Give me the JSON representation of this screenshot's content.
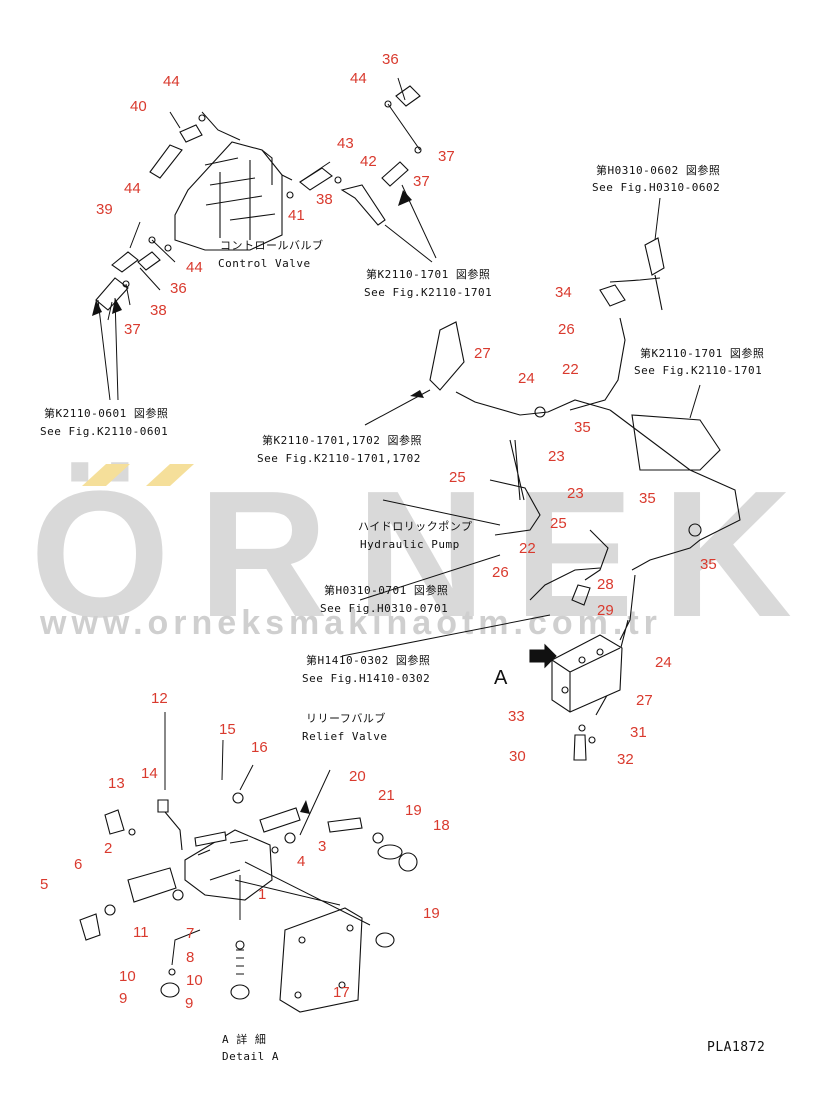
{
  "watermark": {
    "word": "ÖRNEK",
    "url": "www.orneksmakinaotm.com.tr",
    "accent_color": "#f5df9a",
    "gray_color": "#d9d9d9"
  },
  "drawing_code": "PLA1872",
  "view_marker": "A",
  "colors": {
    "callout": "#d93a2e",
    "ink": "#111111"
  },
  "labels": {
    "control_valve_jp": "コントロールバルブ",
    "control_valve_en": "Control Valve",
    "hydraulic_pump_jp": "ハイドロリックポンプ",
    "hydraulic_pump_en": "Hydraulic Pump",
    "relief_valve_jp": "リリーフバルブ",
    "relief_valve_en": "Relief Valve",
    "detail_jp": "A 詳 細",
    "detail_en": "Detail A"
  },
  "references": [
    {
      "jp": "第K2110-0601 図参照",
      "en": "See Fig.K2110-0601"
    },
    {
      "jp": "第K2110-1701 図参照",
      "en": "See Fig.K2110-1701"
    },
    {
      "jp": "第H0310-0602 図参照",
      "en": "See Fig.H0310-0602"
    },
    {
      "jp": "第K2110-1701 図参照",
      "en": "See Fig.K2110-1701"
    },
    {
      "jp": "第K2110-1701,1702 図参照",
      "en": "See Fig.K2110-1701,1702"
    },
    {
      "jp": "第H0310-0701 図参照",
      "en": "See Fig.H0310-0701"
    },
    {
      "jp": "第H1410-0302 図参照",
      "en": "See Fig.H1410-0302"
    }
  ],
  "callouts": [
    "44",
    "40",
    "36",
    "44",
    "43",
    "38",
    "42",
    "37",
    "41",
    "39",
    "44",
    "44",
    "36",
    "38",
    "37",
    "34",
    "26",
    "22",
    "27",
    "24",
    "35",
    "23",
    "25",
    "23",
    "35",
    "25",
    "22",
    "26",
    "28",
    "35",
    "29",
    "24",
    "27",
    "33",
    "31",
    "30",
    "32",
    "12",
    "15",
    "16",
    "13",
    "14",
    "2",
    "6",
    "5",
    "11",
    "20",
    "21",
    "19",
    "18",
    "4",
    "3",
    "1",
    "7",
    "8",
    "10",
    "10",
    "9",
    "9",
    "17",
    "19"
  ]
}
